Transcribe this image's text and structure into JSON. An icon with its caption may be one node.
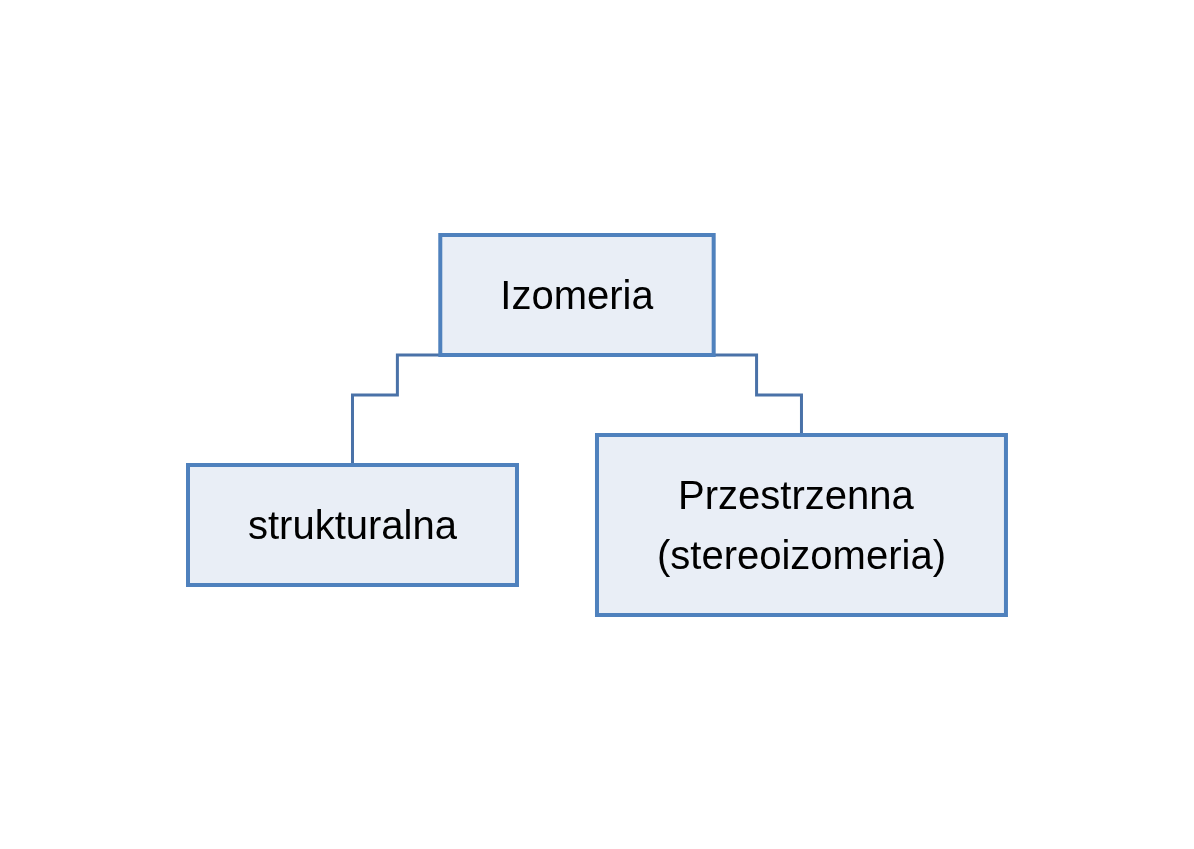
{
  "diagram": {
    "nodes": [
      {
        "text": [
          "Izomeria"
        ]
      },
      {
        "text": [
          "strukturalna"
        ]
      },
      {
        "text": [
          "Przestrzenna (stereoizomeria)"
        ]
      }
    ],
    "edges": [
      {
        "from": 0,
        "to": 1,
        "arrow": "none"
      },
      {
        "from": 0,
        "to": 2,
        "arrow": "none"
      }
    ]
  }
}
